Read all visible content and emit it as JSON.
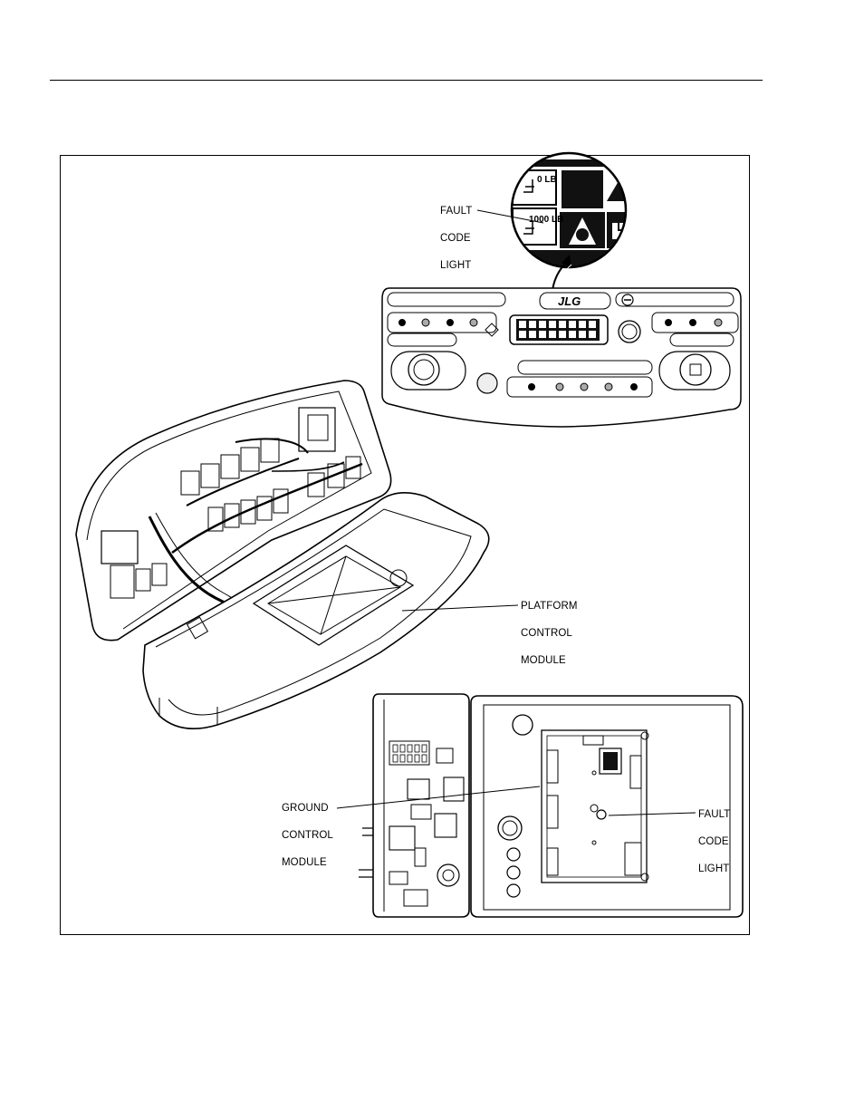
{
  "callouts": {
    "fault_code_light_top": [
      "FAULT",
      "CODE",
      "LIGHT"
    ],
    "platform_control_module": [
      "PLATFORM",
      "CONTROL",
      "MODULE"
    ],
    "ground_control_module": [
      "GROUND",
      "CONTROL",
      "MODULE"
    ],
    "fault_code_light_bottom": [
      "FAULT",
      "CODE",
      "LIGHT"
    ]
  },
  "panel_readouts": {
    "weight_upper": "0 LB",
    "weight_lower": "1000 LB"
  },
  "brand_logo": "JLG",
  "line_color": "#000000"
}
